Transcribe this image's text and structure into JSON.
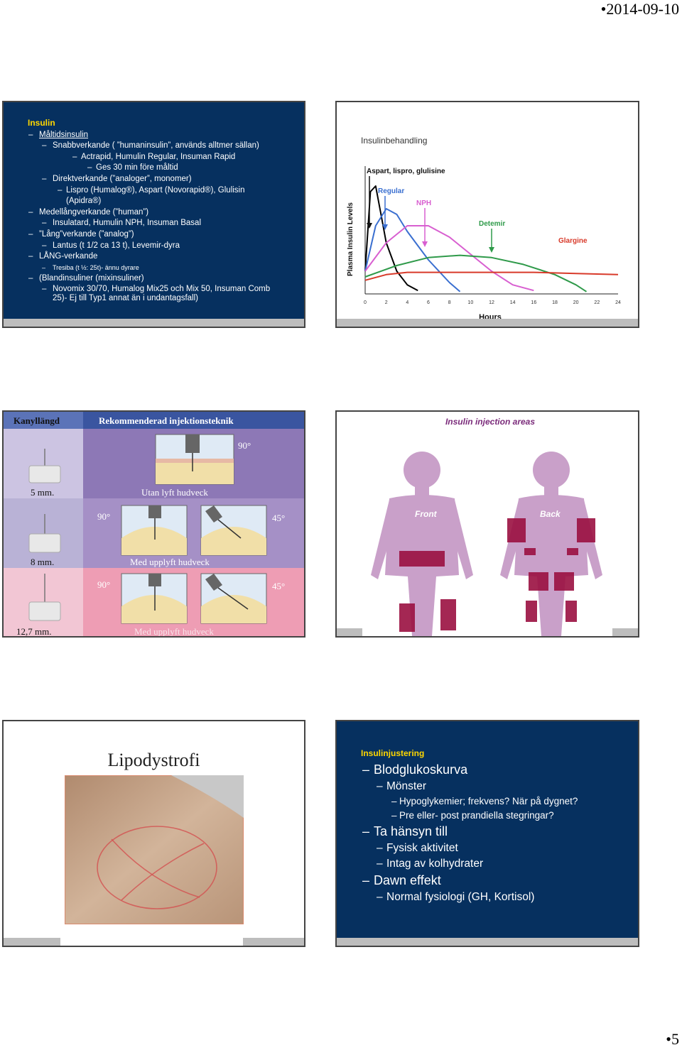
{
  "page": {
    "date": "•2014-09-10",
    "number": "•5"
  },
  "slide1": {
    "title": "Insulin",
    "items": [
      "Måltidsinsulin",
      "Snabbverkande ( ”humaninsulin”, används alltmer sällan)",
      "Actrapid, Humulin Regular, Insuman Rapid",
      "Ges 30 min före måltid",
      "Direktverkande (”analoger”, monomer)",
      "Lispro (Humalog®), Aspart (Novorapid®), Glulisin",
      "(Apidra®)",
      "Medellångverkande (”human”)",
      "Insulatard, Humulin NPH, Insuman Basal",
      "”Lång”verkande (”analog”)",
      "Lantus (t 1/2 ca 13 t), Levemir-dyra",
      "LÅNG-verkande",
      "Tresiba (t ½: 25t)- ännu dyrare",
      "(Blandinsuliner (mixinsuliner)",
      "Novomix 30/70, Humalog Mix25 och Mix 50, Insuman Comb",
      "25)- Ej till Typ1 annat än i undantagsfall)"
    ]
  },
  "slide2": {
    "title": "Insulinbehandling",
    "chart_data": {
      "type": "line",
      "xlabel": "Hours",
      "ylabel": "Plasma Insulin Levels",
      "x_ticks": [
        0,
        2,
        4,
        6,
        8,
        10,
        12,
        14,
        16,
        18,
        20,
        22,
        24
      ],
      "xlim": [
        0,
        24
      ],
      "series": [
        {
          "name": "Aspart, lispro, glulisine",
          "color": "#000000",
          "x": [
            0,
            0.5,
            1,
            1.5,
            2,
            3,
            4,
            5
          ],
          "y": [
            0.2,
            0.9,
            0.95,
            0.7,
            0.45,
            0.2,
            0.08,
            0.03
          ]
        },
        {
          "name": "Regular",
          "color": "#3a6fd0",
          "x": [
            0,
            1,
            2,
            3,
            4,
            6,
            8,
            9
          ],
          "y": [
            0.2,
            0.6,
            0.75,
            0.7,
            0.55,
            0.3,
            0.1,
            0.02
          ]
        },
        {
          "name": "NPH",
          "color": "#d85fd0",
          "x": [
            0,
            2,
            4,
            6,
            8,
            10,
            12,
            14,
            16
          ],
          "y": [
            0.2,
            0.45,
            0.6,
            0.6,
            0.5,
            0.35,
            0.2,
            0.08,
            0.03
          ]
        },
        {
          "name": "Detemir",
          "color": "#2f9a4a",
          "x": [
            0,
            3,
            6,
            9,
            12,
            15,
            18,
            20,
            21
          ],
          "y": [
            0.15,
            0.25,
            0.32,
            0.34,
            0.32,
            0.26,
            0.17,
            0.08,
            0.02
          ]
        },
        {
          "name": "Glargine",
          "color": "#d83a2a",
          "x": [
            0,
            2,
            4,
            8,
            12,
            16,
            20,
            24
          ],
          "y": [
            0.12,
            0.17,
            0.19,
            0.19,
            0.19,
            0.19,
            0.18,
            0.17
          ]
        }
      ],
      "labels": {
        "aspart": "Aspart, lispro, glulisine",
        "regular": "Regular",
        "nph": "NPH",
        "detemir": "Detemir",
        "glargine": "Glargine"
      }
    }
  },
  "slide3": {
    "col1_header": "Kanyllängd",
    "col2_header": "Rekommenderad injektionsteknik",
    "rows": [
      {
        "length": "5 mm.",
        "caption": "Utan lyft hudveck",
        "angle1": "90°"
      },
      {
        "length": "8 mm.",
        "caption": "Med upplyft hudveck",
        "angle1": "90°",
        "angle2": "45°"
      },
      {
        "length": "12,7 mm.",
        "caption": "Med upplyft hudveck",
        "angle1": "90°",
        "angle2": "45°"
      }
    ],
    "colors": {
      "header": "#3a55a0",
      "row1": "#8d78b6",
      "row2": "#a590c6",
      "row3": "#ee9db4"
    }
  },
  "slide4": {
    "title": "Insulin injection areas",
    "front": "Front",
    "back": "Back",
    "colors": {
      "body": "#c9a0c9",
      "area": "#9a1040"
    }
  },
  "slide5": {
    "title": "Lipodystrofi"
  },
  "slide6": {
    "title": "Insulinjustering",
    "items": [
      {
        "level": 1,
        "text": "Blodglukoskurva"
      },
      {
        "level": 2,
        "text": "Mönster"
      },
      {
        "level": 3,
        "text": "Hypoglykemier; frekvens? När på dygnet?"
      },
      {
        "level": 3,
        "text": "Pre eller- post prandiella stegringar?"
      },
      {
        "level": 1,
        "text": "Ta hänsyn till"
      },
      {
        "level": 2,
        "text": "Fysisk aktivitet"
      },
      {
        "level": 2,
        "text": "Intag av kolhydrater"
      },
      {
        "level": 1,
        "text": "Dawn effekt"
      },
      {
        "level": 2,
        "text": "Normal fysiologi (GH, Kortisol)"
      }
    ]
  }
}
